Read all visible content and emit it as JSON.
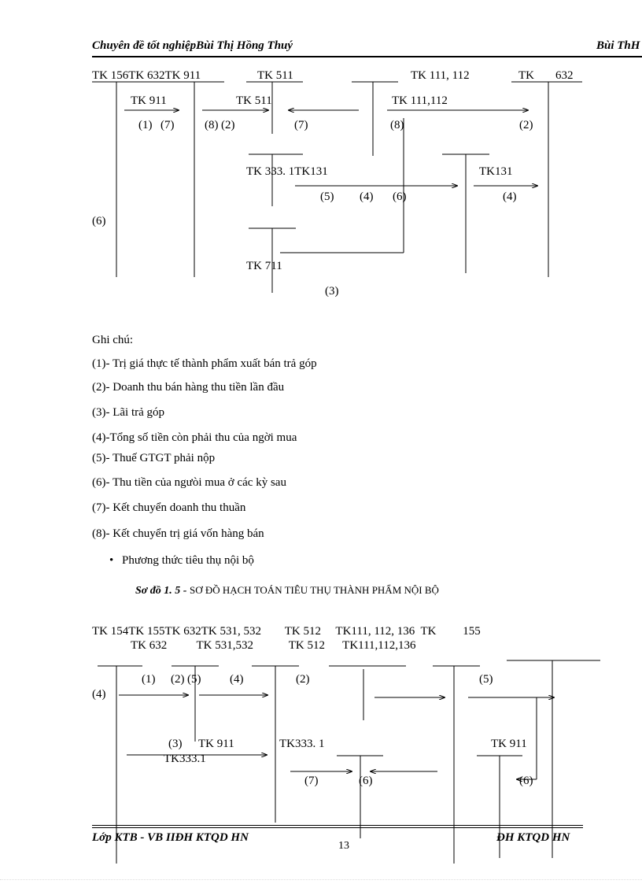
{
  "header": {
    "left": "Chuyên đề tốt nghiệpBùi Thị Hồng Thuý",
    "right": "Bùi ThH"
  },
  "diagram1": {
    "row_top": {
      "a": "TK 156TK 632TK 911",
      "b": "TK 511",
      "c": "TK 111, 112",
      "d": "TK",
      "e": "632"
    },
    "labels": {
      "tk911": "TK 911",
      "tk511": "TK 511",
      "tk111": "TK 111,112",
      "n1": "(1)",
      "n7a": "(7)",
      "n8a": "(8)",
      "n2a": "(2)",
      "n7b": "(7)",
      "n8b": "(8)",
      "n2b": "(2)",
      "tk333": "TK 333. 1TK131",
      "tk131": "TK131",
      "n5": "(5)",
      "n4a": "(4)",
      "n6a": "(6)",
      "n4b": "(4)",
      "n6left": "(6)",
      "tk711": "TK 711",
      "n3": "(3)"
    }
  },
  "notes": {
    "title": "Ghi chú:",
    "items": [
      "(1)- Trị giá thực tế thành phẩm xuất bán trả góp",
      "(2)- Doanh thu bán hàng thu tiền lần đầu",
      "(3)- Lãi trả góp",
      "(4)-Tổng số tiền còn phải thu của ngời   mua",
      "(5)- Thuế GTGT phải nộp",
      "(6)- Thu tiền của ngưòi mua ở các kỳ sau",
      "(7)- Kết chuyển doanh thu thuần",
      "(8)- Kết chuyển trị giá vốn hàng bán"
    ],
    "bullet": "Phương thức tiêu thụ nội bộ"
  },
  "caption": {
    "label": "Sơ đồ 1. 5 - ",
    "text": "SƠ ĐỒ HẠCH TOÁN TIÊU THỤ THÀNH PHẨM NỘI BỘ"
  },
  "diagram2": {
    "row1": "TK 154TK 155TK 632TK 531, 532        TK 512     TK111, 112, 136  TK         155",
    "row2": "TK 632          TK 531,532            TK 512      TK111,112,136",
    "labels": {
      "n4left": "(4)",
      "n1": "(1)",
      "n2": "(2)",
      "n5a": "(5)",
      "n4": "(4)",
      "n2b": "(2)",
      "n5b": "(5)",
      "n3": "(3)",
      "tk911a": "TK 911",
      "tk3331a": "TK333.1",
      "tk3331b": "TK333. 1",
      "tk911b": "TK 911",
      "n7": "(7)",
      "n6a": "(6)",
      "n6b": "(6)"
    }
  },
  "footer": {
    "left": "Lớp KTB - VB IIĐH KTQD HN",
    "page": "13",
    "right": "ĐH KTQD HN"
  }
}
